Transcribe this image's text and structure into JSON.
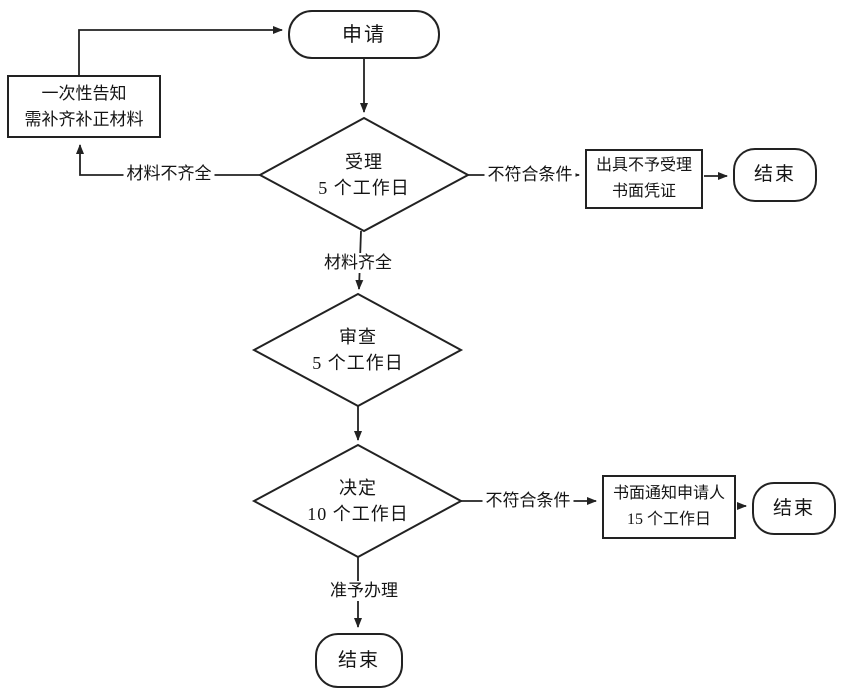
{
  "diagram_type": "flowchart",
  "colors": {
    "stroke": "#222222",
    "text": "#141414",
    "background": "#ffffff"
  },
  "nodes": {
    "apply": {
      "label": "申请"
    },
    "notify": {
      "line1": "一次性告知",
      "line2": "需补齐补正材料"
    },
    "accept": {
      "line1": "受理",
      "line2": "5 个工作日"
    },
    "reject_receipt": {
      "line1": "出具不予受理",
      "line2": "书面凭证"
    },
    "end_top": {
      "label": "结束"
    },
    "review": {
      "line1": "审查",
      "line2": "5 个工作日"
    },
    "decide": {
      "line1": "决定",
      "line2": "10 个工作日"
    },
    "written_notice": {
      "line1": "书面通知申请人",
      "line2": "15 个工作日"
    },
    "end_right": {
      "label": "结束"
    },
    "end_bottom": {
      "label": "结束"
    }
  },
  "edge_labels": {
    "materials_incomplete": "材料不齐全",
    "not_meet_top": "不符合条件",
    "materials_complete": "材料齐全",
    "not_meet_bottom": "不符合条件",
    "approved": "准予办理"
  }
}
